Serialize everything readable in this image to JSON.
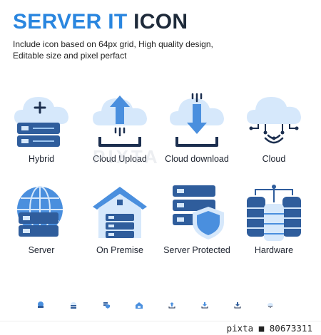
{
  "header": {
    "title_part1": "SERVER IT",
    "title_part2": "ICON",
    "subtitle_line1": "Include icon based on 64px grid, High quality design,",
    "subtitle_line2": "Editable size and pixel perfact"
  },
  "icons": [
    {
      "label": "Hybrid",
      "icon": "hybrid-cloud-server-icon"
    },
    {
      "label": "Cloud Upload",
      "icon": "cloud-upload-icon"
    },
    {
      "label": "Cloud download",
      "icon": "cloud-download-icon"
    },
    {
      "label": "Cloud",
      "icon": "cloud-network-icon"
    },
    {
      "label": "Server",
      "icon": "globe-server-icon"
    },
    {
      "label": "On Premise",
      "icon": "on-premise-house-icon"
    },
    {
      "label": "Server Protected",
      "icon": "server-shield-icon"
    },
    {
      "label": "Hardware",
      "icon": "hardware-database-icon"
    }
  ],
  "watermark": "PIXTA",
  "footer": {
    "stock_id": "pixta ■ 80673311"
  },
  "colors": {
    "light": "#d6e8fb",
    "mid": "#4a8fde",
    "dark": "#2f5d9c",
    "line": "#1c2f4f",
    "title_blue": "#2a86df",
    "title_dark": "#1e2a3a"
  }
}
